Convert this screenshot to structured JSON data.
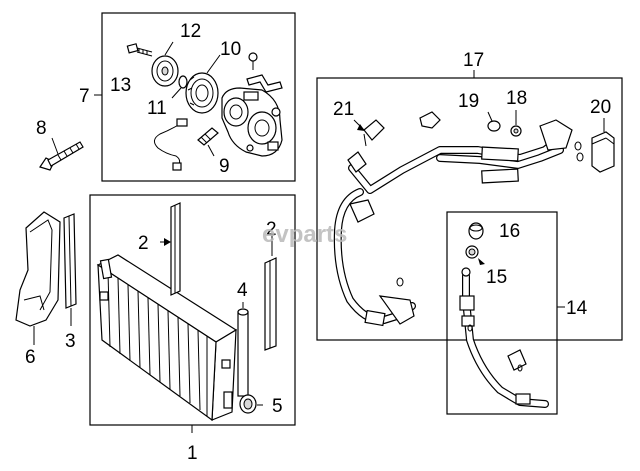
{
  "watermark": "evparts",
  "callouts": [
    {
      "id": "c1",
      "text": "1"
    },
    {
      "id": "c2a",
      "text": "2"
    },
    {
      "id": "c2b",
      "text": "2"
    },
    {
      "id": "c3",
      "text": "3"
    },
    {
      "id": "c4",
      "text": "4"
    },
    {
      "id": "c5",
      "text": "5"
    },
    {
      "id": "c6",
      "text": "6"
    },
    {
      "id": "c7",
      "text": "7"
    },
    {
      "id": "c8",
      "text": "8"
    },
    {
      "id": "c9",
      "text": "9"
    },
    {
      "id": "c10",
      "text": "10"
    },
    {
      "id": "c11",
      "text": "11"
    },
    {
      "id": "c12",
      "text": "12"
    },
    {
      "id": "c13",
      "text": "13"
    },
    {
      "id": "c14",
      "text": "14"
    },
    {
      "id": "c15",
      "text": "15"
    },
    {
      "id": "c16",
      "text": "16"
    },
    {
      "id": "c17",
      "text": "17"
    },
    {
      "id": "c18",
      "text": "18"
    },
    {
      "id": "c19",
      "text": "19"
    },
    {
      "id": "c20",
      "text": "20"
    },
    {
      "id": "c21",
      "text": "21"
    }
  ]
}
